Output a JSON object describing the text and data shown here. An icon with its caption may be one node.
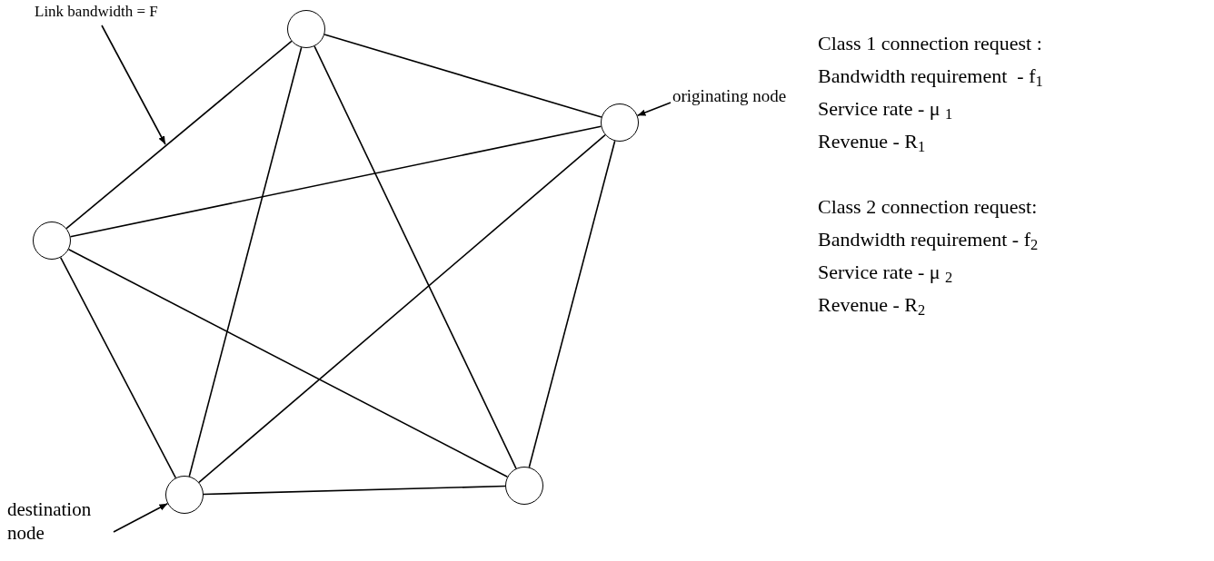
{
  "diagram": {
    "nodes": [
      {
        "text": [
          "Link bandwidth = F"
        ]
      },
      {
        "text": [],
        "shape": "circle"
      },
      {
        "text": [
          "originating node"
        ]
      },
      {
        "text": [],
        "shape": "circle"
      },
      {
        "text": [],
        "shape": "circle"
      },
      {
        "text": [],
        "shape": "circle"
      },
      {
        "text": [],
        "shape": "circle"
      },
      {
        "text": [
          "destination node"
        ]
      }
    ],
    "edges": [
      {
        "from": 1,
        "to": 3,
        "arrow": "none"
      },
      {
        "from": 1,
        "to": 4,
        "arrow": "none"
      },
      {
        "from": 1,
        "to": 5,
        "arrow": "none"
      },
      {
        "from": 1,
        "to": 6,
        "arrow": "none"
      },
      {
        "from": 3,
        "to": 4,
        "arrow": "none"
      },
      {
        "from": 3,
        "to": 5,
        "arrow": "none"
      },
      {
        "from": 3,
        "to": 6,
        "arrow": "none"
      },
      {
        "from": 4,
        "to": 5,
        "arrow": "none"
      },
      {
        "from": 4,
        "to": 6,
        "arrow": "none"
      },
      {
        "from": 5,
        "to": 6,
        "arrow": "none"
      },
      {
        "from": 0,
        "to": null,
        "arrow": "to"
      },
      {
        "from": 2,
        "to": 3,
        "arrow": "to"
      },
      {
        "from": 7,
        "to": 5,
        "arrow": "to"
      }
    ],
    "labels": [
      "Class 1 connection request :",
      "Bandwidth requirement  - f$_{1}$",
      "Service rate - μ $_{1}$",
      "Revenue - R$_{1}$",
      "Class 2 connection request:",
      "Bandwidth requirement - f$_{2}$",
      "Service rate - μ $_{2}$",
      "Revenue - R$_{2}$"
    ]
  }
}
